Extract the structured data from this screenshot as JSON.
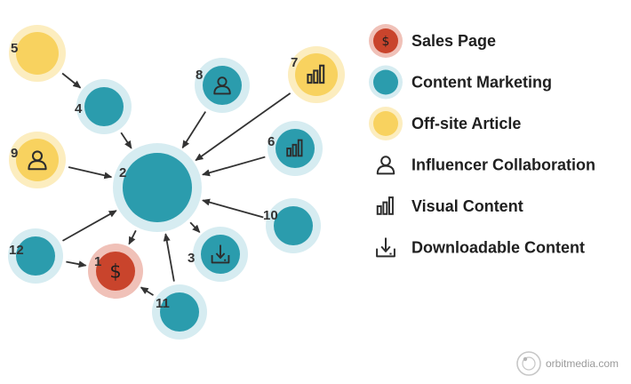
{
  "diagram": {
    "nodes": [
      {
        "id": "1",
        "label": "1",
        "type": "sales",
        "icon": "dollar-icon"
      },
      {
        "id": "2",
        "label": "2",
        "type": "content",
        "icon": ""
      },
      {
        "id": "3",
        "label": "3",
        "type": "content",
        "icon": "download-icon"
      },
      {
        "id": "4",
        "label": "4",
        "type": "content",
        "icon": ""
      },
      {
        "id": "5",
        "label": "5",
        "type": "offsite",
        "icon": ""
      },
      {
        "id": "6",
        "label": "6",
        "type": "content",
        "icon": "bar-chart-icon"
      },
      {
        "id": "7",
        "label": "7",
        "type": "offsite",
        "icon": "bar-chart-icon"
      },
      {
        "id": "8",
        "label": "8",
        "type": "content",
        "icon": "person-icon"
      },
      {
        "id": "9",
        "label": "9",
        "type": "offsite",
        "icon": "person-icon"
      },
      {
        "id": "10",
        "label": "10",
        "type": "content",
        "icon": ""
      },
      {
        "id": "11",
        "label": "11",
        "type": "content",
        "icon": ""
      },
      {
        "id": "12",
        "label": "12",
        "type": "content",
        "icon": ""
      }
    ],
    "edges": [
      {
        "from": "5",
        "to": "4"
      },
      {
        "from": "4",
        "to": "2"
      },
      {
        "from": "8",
        "to": "2"
      },
      {
        "from": "7",
        "to": "2"
      },
      {
        "from": "6",
        "to": "2"
      },
      {
        "from": "9",
        "to": "2"
      },
      {
        "from": "10",
        "to": "2"
      },
      {
        "from": "12",
        "to": "2"
      },
      {
        "from": "2",
        "to": "1"
      },
      {
        "from": "2",
        "to": "3"
      },
      {
        "from": "11",
        "to": "2"
      },
      {
        "from": "11",
        "to": "1"
      },
      {
        "from": "12",
        "to": "1"
      }
    ]
  },
  "legend": {
    "items": [
      {
        "kind": "sales",
        "label": "Sales Page"
      },
      {
        "kind": "content",
        "label": "Content Marketing"
      },
      {
        "kind": "offsite",
        "label": "Off-site Article"
      },
      {
        "kind": "influencer",
        "label": "Influencer Collaboration"
      },
      {
        "kind": "visual",
        "label": "Visual Content"
      },
      {
        "kind": "download",
        "label": "Downloadable Content"
      }
    ]
  },
  "brand": {
    "text": "orbitmedia.com",
    "icon": "orbit-logo-icon"
  },
  "colors": {
    "sales": "#c9442c",
    "sales_halo": "#f0c1b8",
    "content": "#2b9cad",
    "content_halo": "#d6ecf1",
    "offsite": "#f8d25f",
    "offsite_halo": "#fcedbf",
    "arrow": "#333333",
    "icon": "#2d2d2d"
  }
}
